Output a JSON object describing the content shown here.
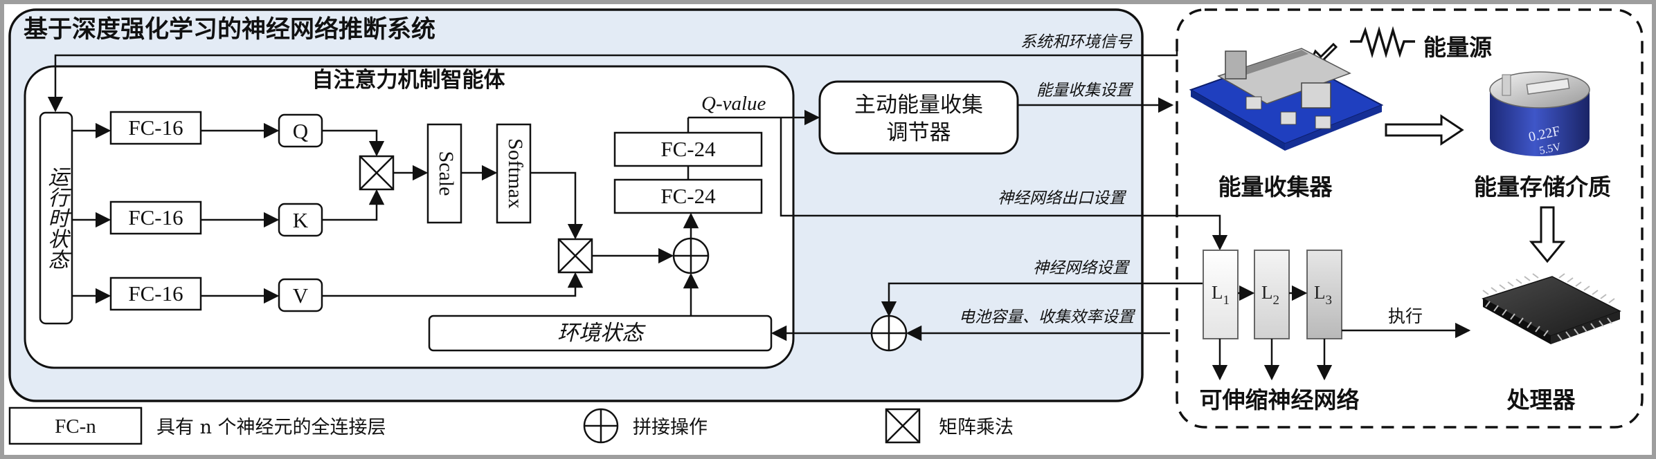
{
  "system": {
    "title": "基于深度强化学习的神经网络推断系统",
    "agent_title": "自注意力机制智能体",
    "runtime_state": "运行时状态",
    "fc_q": "FC-16",
    "fc_k": "FC-16",
    "fc_v": "FC-16",
    "q": "Q",
    "k": "K",
    "v": "V",
    "scale": "Scale",
    "softmax": "Softmax",
    "fc24_top": "FC-24",
    "fc24_bottom": "FC-24",
    "q_value": "Q-value",
    "env_state": "环境状态"
  },
  "signals": {
    "system_env": "系统和环境信号",
    "harvest_setting": "能量收集设置",
    "exit_setting": "神经网络出口设置",
    "nn_setting": "神经网络设置",
    "battery_setting": "电池容量、收集效率设置",
    "execute": "执行"
  },
  "controller": {
    "line1": "主动能量收集",
    "line2": "调节器"
  },
  "hardware": {
    "energy_source": "能量源",
    "harvester": "能量收集器",
    "storage": "能量存储介质",
    "processor": "处理器",
    "scalable_nn": "可伸缩神经网络",
    "layer1": "L",
    "layer2": "L",
    "layer3": "L",
    "sub1": "1",
    "sub2": "2",
    "sub3": "3",
    "capacitor_value": "0.22F",
    "capacitor_voltage": "5.5V"
  },
  "legend": {
    "fc_symbol": "FC-n",
    "fc_desc": "具有 n 个神经元的全连接层",
    "concat_desc": "拼接操作",
    "matmul_desc": "矩阵乘法"
  }
}
